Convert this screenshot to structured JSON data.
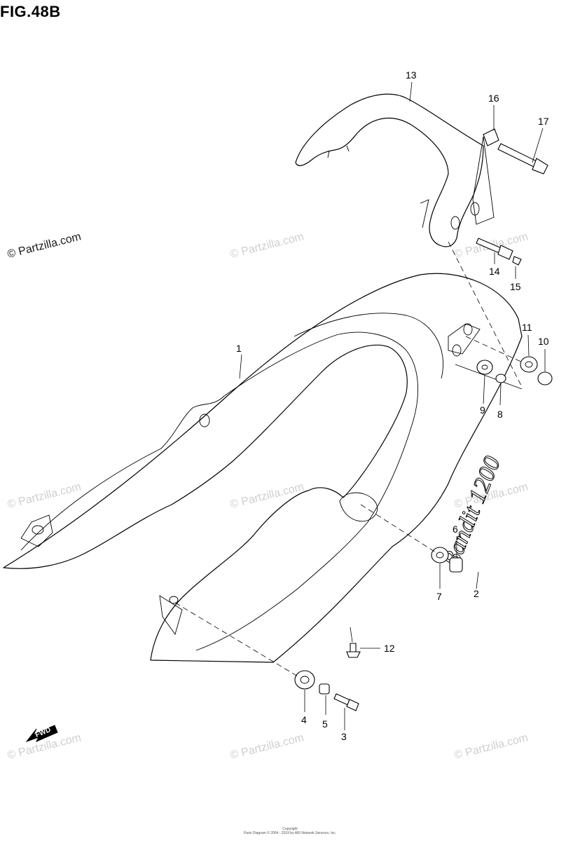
{
  "figure_title": "FIG.48B",
  "watermark_text": "© Partzilla.com",
  "emblem_text": "Bandit 1200",
  "fwd_label": "FWD",
  "callouts": {
    "c1": "1",
    "c2": "2",
    "c3": "3",
    "c4": "4",
    "c5": "5",
    "c6": "6",
    "c7": "7",
    "c8": "8",
    "c9": "9",
    "c10": "10",
    "c11": "11",
    "c12": "12",
    "c13": "13",
    "c14": "14",
    "c15": "15",
    "c16": "16",
    "c17": "17"
  },
  "footer_line1": "Copyright",
  "footer_line2": "Parts Diagram © 2004 - 2019 by ARI Network Services, Inc."
}
